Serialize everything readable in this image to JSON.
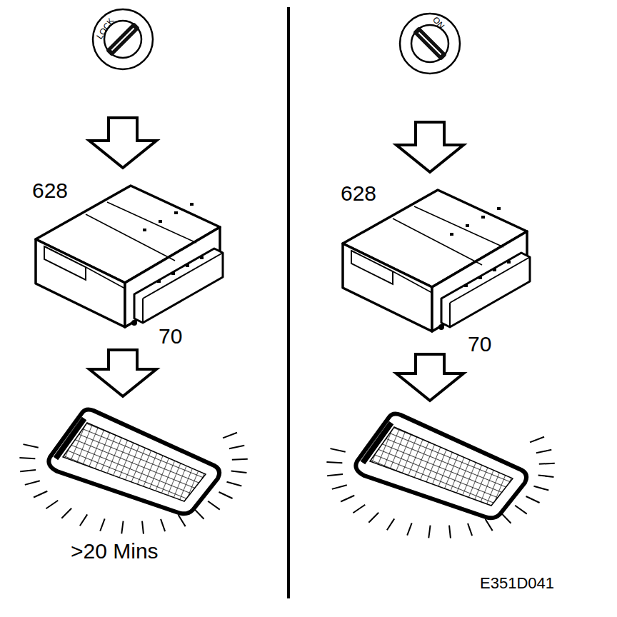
{
  "diagram": {
    "labels": [
      "LOCK",
      "628",
      "70",
      ">20 Mins",
      "ON",
      "628",
      "70",
      "E351D041"
    ]
  }
}
